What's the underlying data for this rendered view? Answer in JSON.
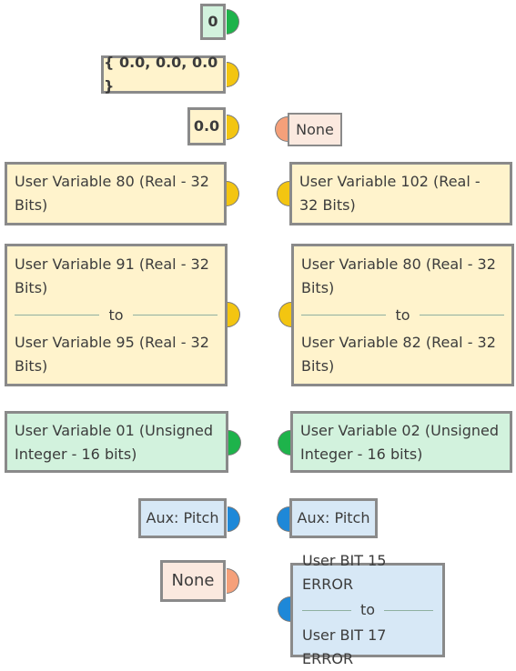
{
  "nodes": {
    "int_const": "0",
    "vec_const": "{ 0.0, 0.0, 0.0 }",
    "real_const": "0.0",
    "none_right": "None",
    "uv80_left": "User Variable 80 (Real - 32 Bits)",
    "uv102": "User Variable 102 (Real - 32 Bits)",
    "range_left": {
      "from": "User Variable 91 (Real - 32 Bits)",
      "to_label": "to",
      "to": "User Variable 95 (Real - 32 Bits)"
    },
    "range_right": {
      "from": "User Variable 80 (Real - 32 Bits)",
      "to_label": "to",
      "to": "User Variable 82 (Real - 32 Bits)"
    },
    "uv01": "User Variable 01 (Unsigned Integer - 16 bits)",
    "uv02": "User Variable 02 (Unsigned Integer - 16 bits)",
    "aux_left": "Aux: Pitch",
    "aux_right": "Aux: Pitch",
    "none_left": "None",
    "bit_range": {
      "from": "User BIT 15 ERROR",
      "to_label": "to",
      "to": "User BIT 17 ERROR"
    }
  },
  "colors": {
    "integer": "#1eb34b",
    "real": "#f3c511",
    "aux": "#1e88d8",
    "none": "#f5a07a"
  }
}
